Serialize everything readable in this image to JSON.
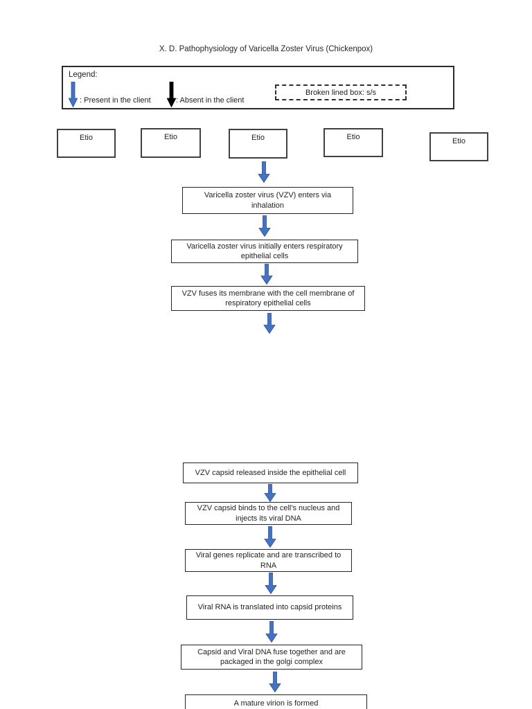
{
  "title": "X. D. Pathophysiology of Varicella Zoster Virus (Chickenpox)",
  "legend": {
    "heading": "Legend:",
    "present_label": ": Present in the client",
    "absent_label": ": Absent in the client",
    "broken_box_label": "Broken lined box: s/s"
  },
  "etio_boxes": [
    "Etio",
    "Etio",
    "Etio",
    "Etio",
    "Etio"
  ],
  "flow_steps": [
    "Varicella zoster virus (VZV) enters via inhalation",
    "Varicella zoster virus initially enters respiratory epithelial cells",
    "VZV fuses its membrane with the cell membrane of respiratory epithelial cells",
    "VZV capsid released inside the epithelial cell",
    "VZV capsid binds to the cell's nucleus and injects its viral DNA",
    "Viral genes replicate and are transcribed to RNA",
    "Viral RNA is translated into capsid proteins",
    "Capsid and Viral DNA fuse together and are packaged in the golgi complex",
    "A mature virion is formed"
  ],
  "colors": {
    "arrow_present": "#4472C4",
    "arrow_present_outline": "#2F528F",
    "arrow_absent": "#000000",
    "box_border": "#2a2a2a"
  }
}
